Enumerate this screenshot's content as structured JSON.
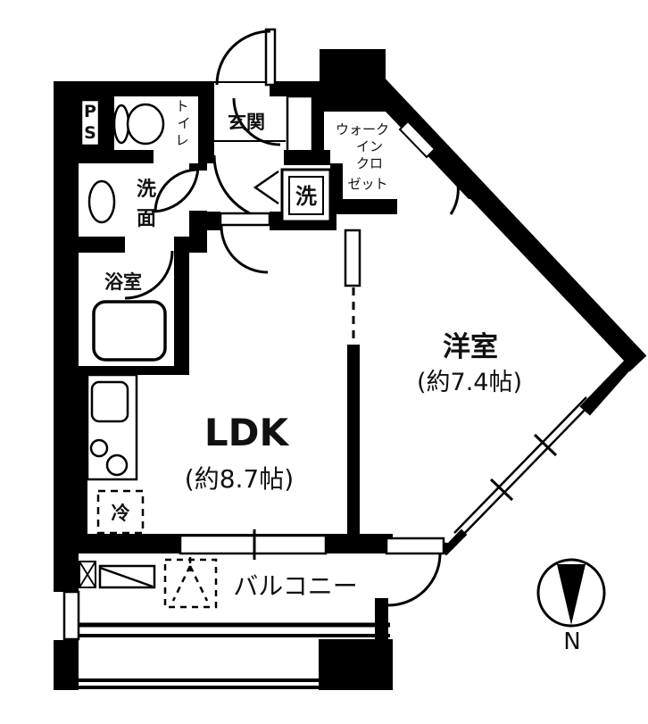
{
  "floorplan": {
    "rooms": {
      "ps": [
        "P",
        "S"
      ],
      "toilet": [
        "ト",
        "イ",
        "レ"
      ],
      "entrance": "玄関",
      "closet_lines": [
        "ウォーク",
        "イン",
        "クロ",
        "ゼット"
      ],
      "laundry": "洗",
      "washroom": [
        "洗",
        "面"
      ],
      "bathroom": "浴室",
      "fridge": "冷",
      "ldk": "LDK",
      "ldk_size": "(約8.7帖)",
      "western_room": "洋室",
      "western_room_size": "(約7.4帖)",
      "balcony": "バルコニー"
    },
    "compass": {
      "label": "N"
    },
    "colors": {
      "wall": "#000000",
      "floor": "#ffffff"
    }
  }
}
